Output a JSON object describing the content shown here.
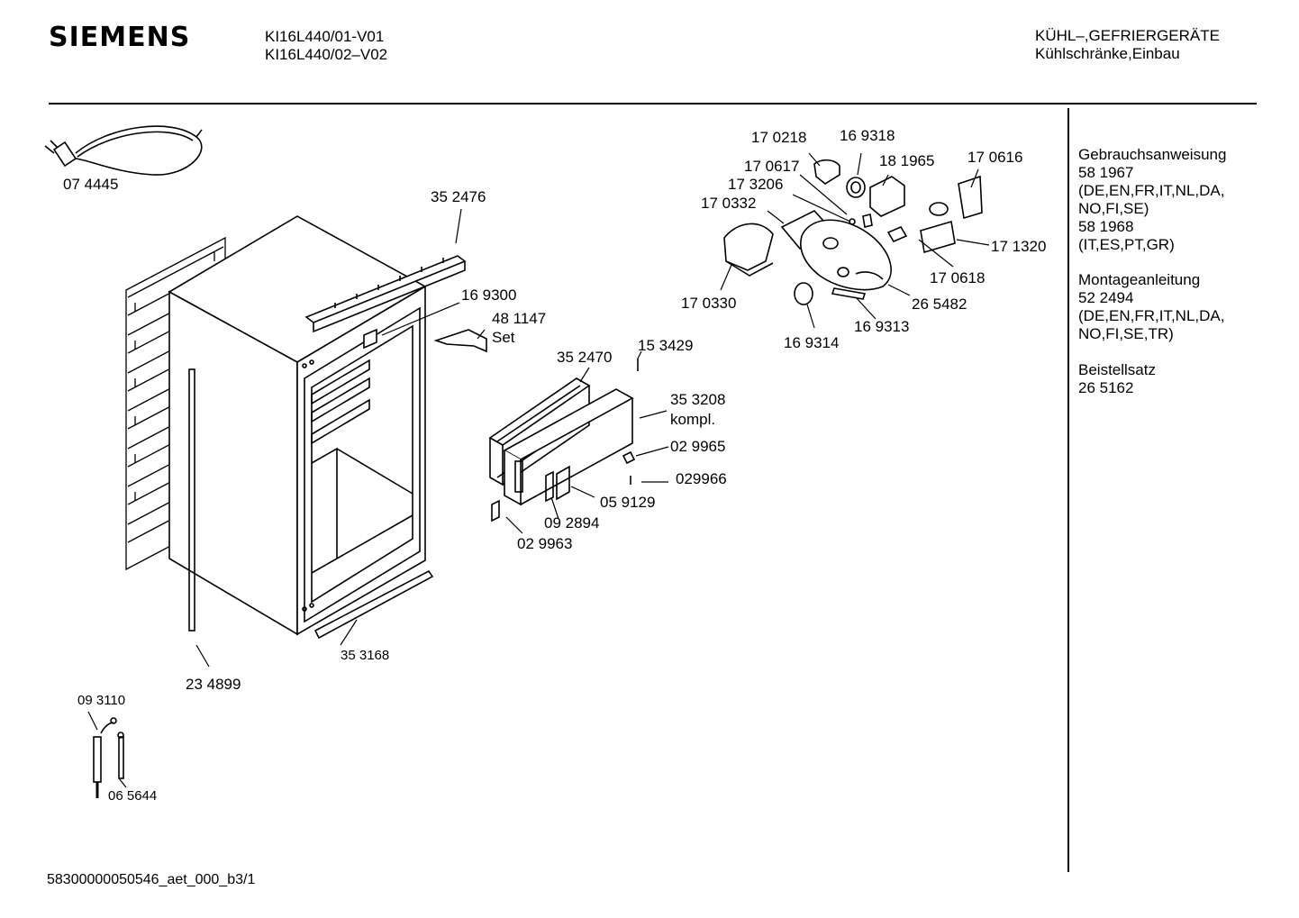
{
  "header": {
    "brand": "SIEMENS",
    "models": [
      "KI16L440/01-V01",
      "KI16L440/02–V02"
    ],
    "category": [
      "KÜHL–,GEFRIERGERÄTE",
      "Kühlschränke,Einbau"
    ]
  },
  "parts": {
    "power_cord": "07 4445",
    "top_trim": "35 2476",
    "hinge": "16 9300",
    "hinge_set_num": "48 1147",
    "hinge_set_label": "Set",
    "screw": "15 3429",
    "gasket": "35 2470",
    "door": "35 3208",
    "door_kompl": "kompl.",
    "door_part_a": "02 9965",
    "door_part_b": "029966",
    "door_part_c": "05 9129",
    "door_part_d": "09 2894",
    "door_part_e": "02 9963",
    "vertical_strip": "23 4899",
    "bottom_strip": "35 3168",
    "sensor": "09 3110",
    "sensor_tube": "06 5644",
    "lamp": "17 0218",
    "lamp_socket": "16 9318",
    "bracket_left": "17 0617",
    "clip": "17 3206",
    "cover_plate": "17 0332",
    "light_cover": "17 0330",
    "switch": "18 1965",
    "bracket_right": "17 0616",
    "thermostat": "17 1320",
    "connector": "17 0618",
    "housing": "26 5482",
    "seal": "16 9313",
    "knob": "16 9314"
  },
  "sidebar": [
    {
      "title": "Gebrauchsanweisung",
      "lines": [
        "58 1967",
        "(DE,EN,FR,IT,NL,DA,",
        "NO,FI,SE)",
        "58 1968",
        "(IT,ES,PT,GR)"
      ]
    },
    {
      "title": "Montageanleitung",
      "lines": [
        "52 2494",
        "(DE,EN,FR,IT,NL,DA,",
        "NO,FI,SE,TR)"
      ]
    },
    {
      "title": "Beistellsatz",
      "lines": [
        "26 5162"
      ]
    }
  ],
  "footer": "58300000050546_aet_000_b3/1"
}
